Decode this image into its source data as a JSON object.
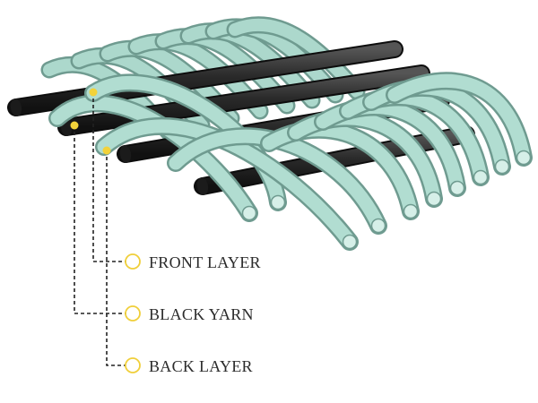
{
  "callouts": {
    "front_layer": "FRONT LAYER",
    "black_yarn": "BLACK YARN",
    "back_layer": "BACK LAYER"
  },
  "colors": {
    "yarn_fill": "#a9d9cc",
    "yarn_edge": "#5f8f83",
    "black_yarn": "#2a2a2a",
    "marker": "#f2d23a"
  }
}
